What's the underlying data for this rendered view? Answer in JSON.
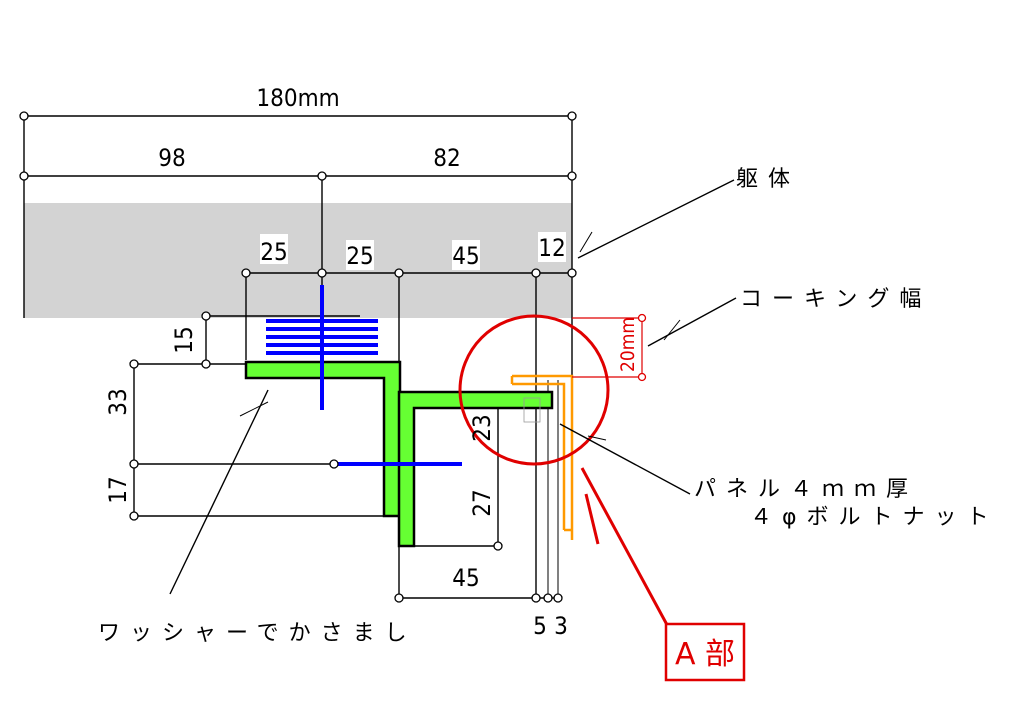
{
  "dimensions": {
    "overall": "180mm",
    "left_span": "98",
    "right_span": "82",
    "seg_a": "25",
    "seg_b": "25",
    "seg_c": "45",
    "seg_d": "12",
    "height_15": "15",
    "height_33": "33",
    "height_17": "17",
    "height_23": "23",
    "height_27": "27",
    "bottom_45": "45",
    "bottom_5": "5",
    "bottom_3": "3",
    "caulking_width": "20mm"
  },
  "labels": {
    "structure": "躯体",
    "caulking": "コーキング幅",
    "panel_line1": "パネル４ｍｍ厚",
    "panel_line2": "４φボルトナット",
    "washer": "ワッシャーでかさまし",
    "detail": "A 部"
  },
  "colors": {
    "structure": "#d3d3d3",
    "bracket": "#66ff33",
    "bolt": "#0000ff",
    "panel": "#ff9900",
    "highlight": "#e00000"
  }
}
